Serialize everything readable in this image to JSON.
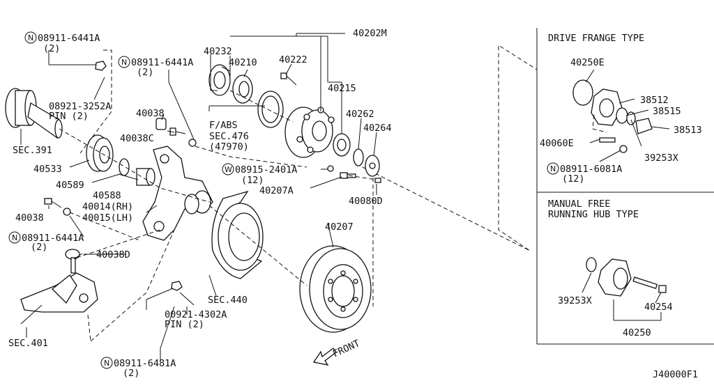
{
  "labels": {
    "p40202M": "40202M",
    "p40232": "40232",
    "p40210": "40210",
    "p40222": "40222",
    "p40215": "40215",
    "p40262": "40262",
    "p40264": "40264",
    "p40038_top": "40038",
    "p40038C": "40038C",
    "fabs": "F/ABS",
    "sec476": "SEC.476",
    "sec476_sub": "(47970)",
    "sec391": "SEC.391",
    "p40533": "40533",
    "p40589": "40589",
    "p40588": "40588",
    "p40014": "40014(RH)",
    "p40015": "40015(LH)",
    "p40038_left": "40038",
    "p40038D": "40038D",
    "sec401": "SEC.401",
    "sec440": "SEC.440",
    "p40207A": "40207A",
    "p40080D": "40080D",
    "p40207": "40207",
    "front": "FRONT",
    "nut_top_left": "08911-6441A",
    "nut_top_left_qty": "(2)",
    "nut_mid": "08911-6441A",
    "nut_mid_qty": "(2)",
    "pin_top": "08921-3252A",
    "pin_top_qty": "PIN (2)",
    "nut_left": "08911-6441A",
    "nut_left_qty": "(2)",
    "pin_bottom": "00921-4302A",
    "pin_bottom_qty": "PIN (2)",
    "nut_bottom": "08911-6481A",
    "nut_bottom_qty": "(2)",
    "washer": "08915-2401A",
    "washer_qty": "(12)",
    "drive_title": "DRIVE FRANGE TYPE",
    "p40250E": "40250E",
    "p38512": "38512",
    "p38515": "38515",
    "p38513": "38513",
    "p40060E": "40060E",
    "p39253X_a": "39253X",
    "nut_drive": "08911-6081A",
    "nut_drive_qty": "(12)",
    "manual_title_1": "MANUAL FREE",
    "manual_title_2": "RUNNING HUB TYPE",
    "p39253X_b": "39253X",
    "p40254": "40254",
    "p40250": "40250",
    "diagram_code": "J40000F1",
    "prefix_N": "N",
    "prefix_W": "W"
  },
  "colors": {
    "ink": "#111111",
    "background": "#ffffff"
  }
}
